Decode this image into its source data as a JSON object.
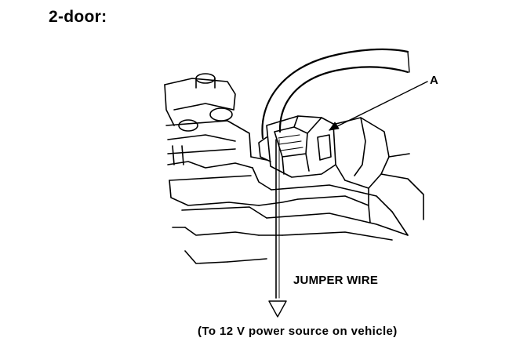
{
  "heading": "2-door:",
  "labels": {
    "part_a": "A",
    "jumper_wire": "JUMPER WIRE",
    "power_source": "(To 12 V power source on vehicle)"
  }
}
